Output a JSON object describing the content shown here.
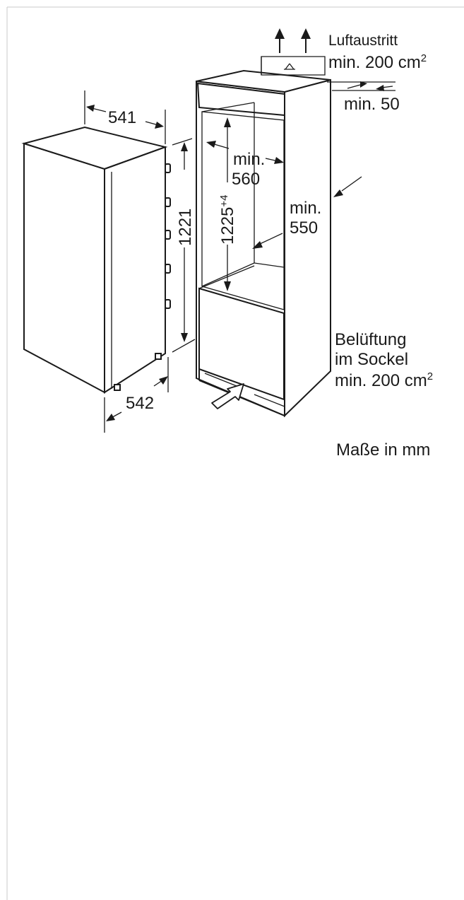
{
  "labels": {
    "width_top": "541",
    "width_bottom": "542",
    "height_appliance": "1221",
    "niche_height": "1225",
    "niche_height_tol": "+4",
    "niche_width_min": "min.",
    "niche_width_val": "560",
    "depth_min": "min.",
    "depth_val": "550",
    "air_out_line1": "Luftaustritt",
    "air_out_line2": "min. 200 cm",
    "air_out_sup": "2",
    "gap_min": "min. 50",
    "vent_line1": "Belüftung",
    "vent_line2": "im Sockel",
    "vent_line3": "min. 200 cm",
    "vent_sup": "2",
    "units": "Maße in mm"
  }
}
